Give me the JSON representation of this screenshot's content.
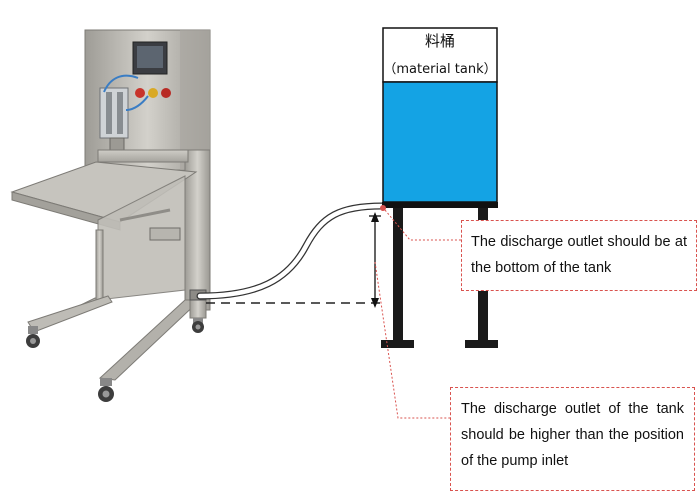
{
  "tank": {
    "label_zh": "料桶",
    "label_en": "（material tank）",
    "fill_color": "#14a3e4"
  },
  "callouts": {
    "outlet_bottom": "The discharge outlet should be at the bottom of the tank",
    "outlet_higher": "The discharge outlet of the tank should be higher than the position of the pump inlet"
  },
  "colors": {
    "callout_border": "#d9534f",
    "machine_steel": "#b8b6b0",
    "hose": "#333333"
  },
  "icons": [
    "filling-machine-icon",
    "control-screen-icon",
    "caster-wheel-icon"
  ]
}
